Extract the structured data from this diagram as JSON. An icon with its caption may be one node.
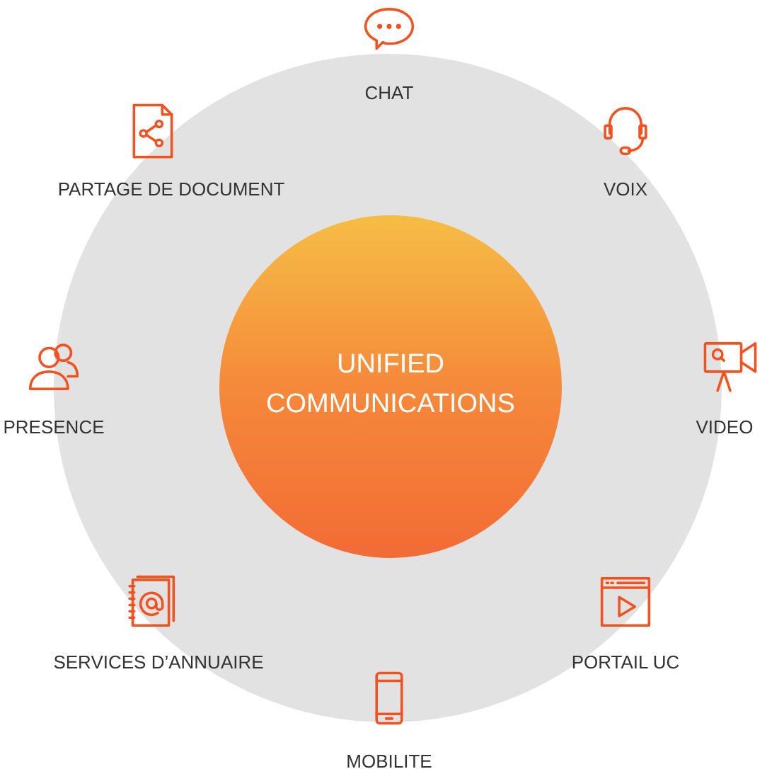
{
  "diagram": {
    "nodes": [
      {
        "text": [
          "UNIFIED COMMUNICATIONS"
        ]
      }
    ],
    "labels": [
      "CHAT",
      "PARTAGE DE DOCUMENT",
      "VOIX",
      "PRESENCE",
      "VIDEO",
      "SERVICES D’ANNUAIRE",
      "PORTAIL UC",
      "MOBILITE"
    ]
  }
}
